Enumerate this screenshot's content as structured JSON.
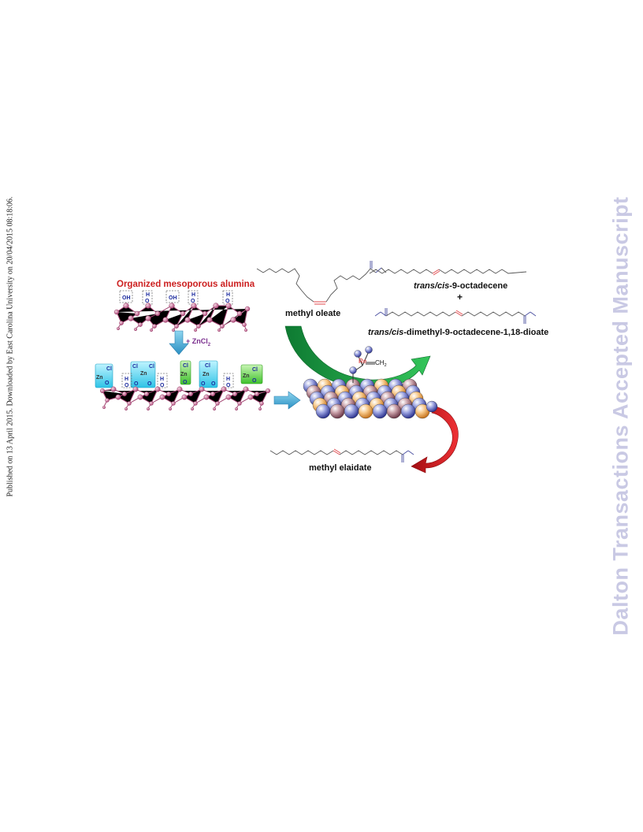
{
  "watermark": "Dalton Transactions Accepted Manuscript",
  "sidenote": "Published on 13 April 2015. Downloaded by East Carolina University on 20/04/2015 08:18:06.",
  "figure": {
    "alumina_title": "Organized mesoporous alumina",
    "znCl2_reagent": "+ ZnCl",
    "znCl2_subscript": "2",
    "methyl_oleate": "methyl oleate",
    "octadecene_prefix_italic": "trans/cis",
    "octadecene_rest": "-9-octadecene",
    "plus": "+",
    "dioate_prefix_italic": "trans/cis",
    "dioate_rest": "-dimethyl-9-octadecene-1,18-dioate",
    "methyl_elaidate": "methyl elaidate",
    "re_symbol": "Re",
    "ch2": "CH",
    "ch2_subscript": "2",
    "oh": "OH",
    "h": "H",
    "o": "O",
    "zn": "Zn",
    "cl": "Cl"
  },
  "colors": {
    "title_red": "#cc1f1f",
    "zncl2_purple": "#7a2e8e",
    "green_arrow": "#1fa34a",
    "red_arrow": "#d8191c",
    "blue_arrow": "#3fa9d6",
    "chain_blue": "#4a4fa0",
    "double_bond_red": "#e0484c"
  }
}
